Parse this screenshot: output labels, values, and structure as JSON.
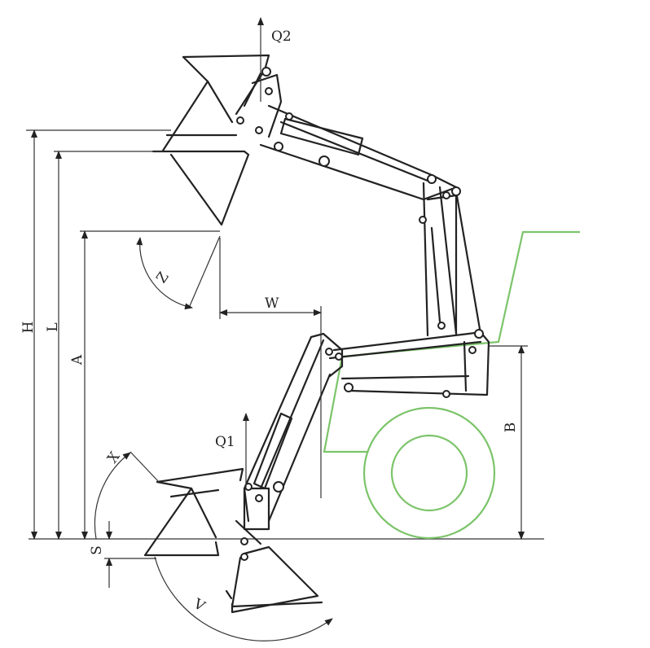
{
  "labels": {
    "q2": "Q2",
    "q1": "Q1",
    "h": "H",
    "l": "L",
    "a": "A",
    "b": "B",
    "w": "W",
    "z": "Z",
    "x": "X",
    "v": "V",
    "s": "S"
  },
  "colors": {
    "line": "#222222",
    "tractor": "#7cc46a",
    "background": "#ffffff"
  }
}
